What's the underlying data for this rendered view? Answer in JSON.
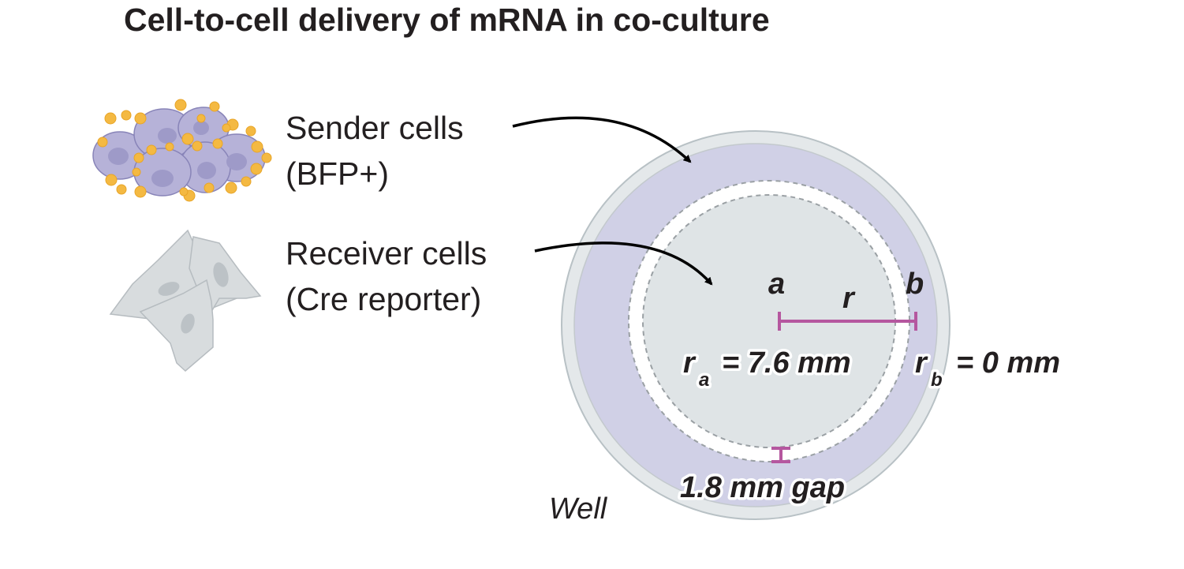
{
  "title": "Cell-to-cell delivery of mRNA in co-culture",
  "legend": {
    "sender": {
      "line1": "Sender cells",
      "line2": "(BFP+)",
      "icon": "sender-cells-icon"
    },
    "receiver": {
      "line1": "Receiver cells",
      "line2": "(Cre reporter)",
      "icon": "receiver-cells-icon"
    }
  },
  "well": {
    "label": "Well",
    "point_a": "a",
    "point_b": "b",
    "radius_symbol": "r",
    "ra": {
      "symbol": "r",
      "subscript": "a",
      "value": "= 7.6 mm"
    },
    "rb": {
      "symbol": "r",
      "subscript": "b",
      "value": "= 0 mm"
    },
    "gap": "1.8 mm gap"
  },
  "colors": {
    "sender_region": "#d0d0e6",
    "receiver_region": "#dfe4e6",
    "well_rim": "#e4e8ea",
    "measure": "#b5579f",
    "sender_dots": "#f4b942",
    "sender_cell": "#b6b2d8"
  }
}
